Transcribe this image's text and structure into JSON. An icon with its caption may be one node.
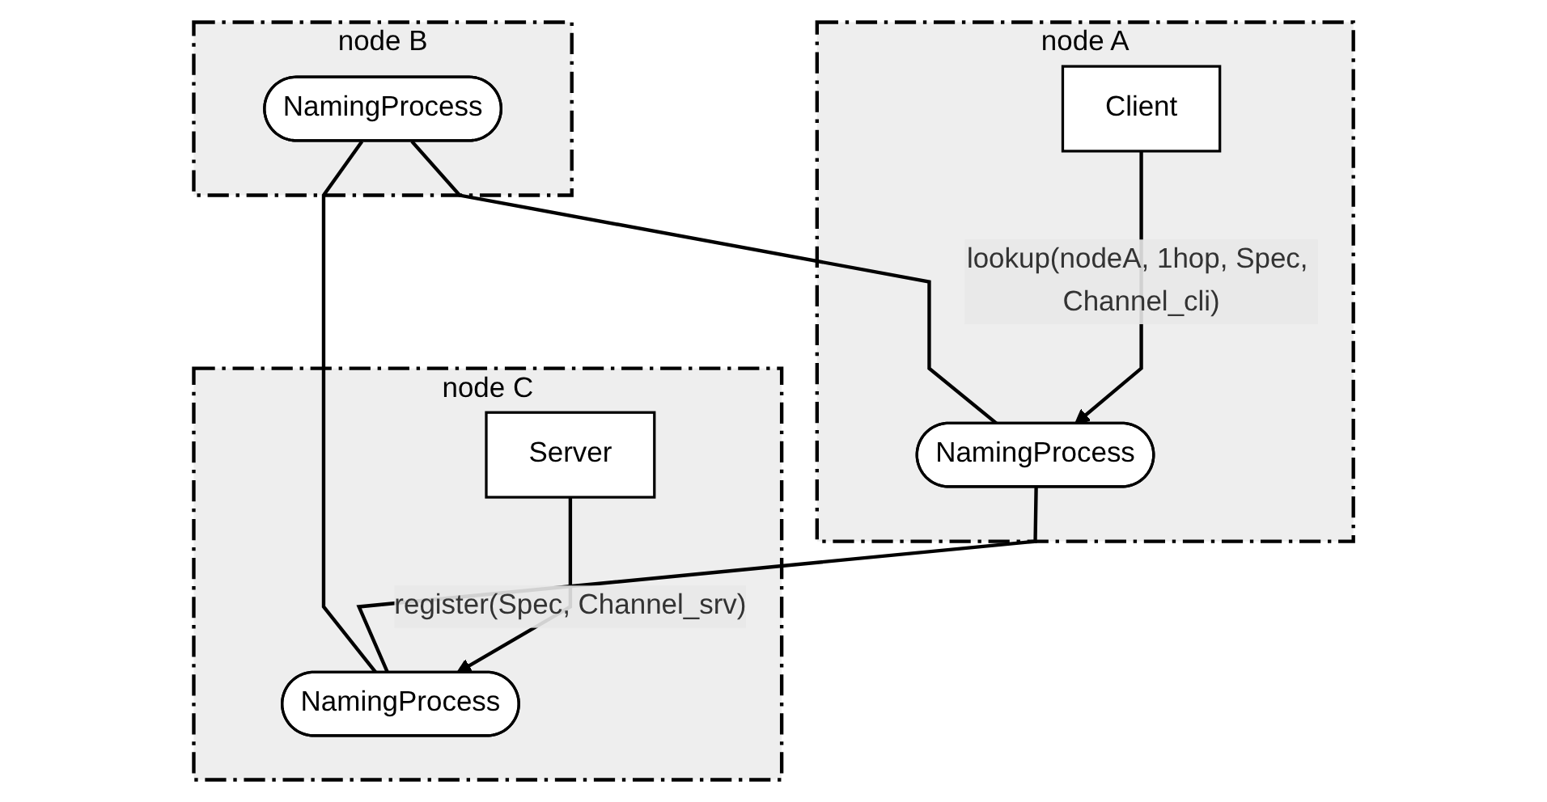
{
  "diagram": {
    "nodes": [
      {
        "text": [
          "node B"
        ]
      },
      {
        "text": [
          "NamingProcess"
        ],
        "in": 0
      },
      {
        "text": [
          "node A"
        ]
      },
      {
        "text": [
          "NamingProcess"
        ],
        "in": 2
      },
      {
        "text": [
          "Client"
        ],
        "in": 2
      },
      {
        "text": [
          "node C"
        ]
      },
      {
        "text": [
          "NamingProcess"
        ],
        "in": 5
      },
      {
        "text": [
          "Server"
        ],
        "in": 5
      }
    ],
    "edges": [
      {
        "from": 1,
        "to": 3,
        "arrow": "none"
      },
      {
        "from": 1,
        "to": 6,
        "arrow": "none"
      },
      {
        "from": 3,
        "to": 6,
        "arrow": "none"
      },
      {
        "from": 4,
        "to": 3,
        "arrow": "to",
        "label": "lookup(nodeA, 1hop, Spec, Channel_cli)"
      },
      {
        "from": 7,
        "to": 6,
        "arrow": "to",
        "label": "register(Spec, Channel_srv)"
      }
    ]
  }
}
